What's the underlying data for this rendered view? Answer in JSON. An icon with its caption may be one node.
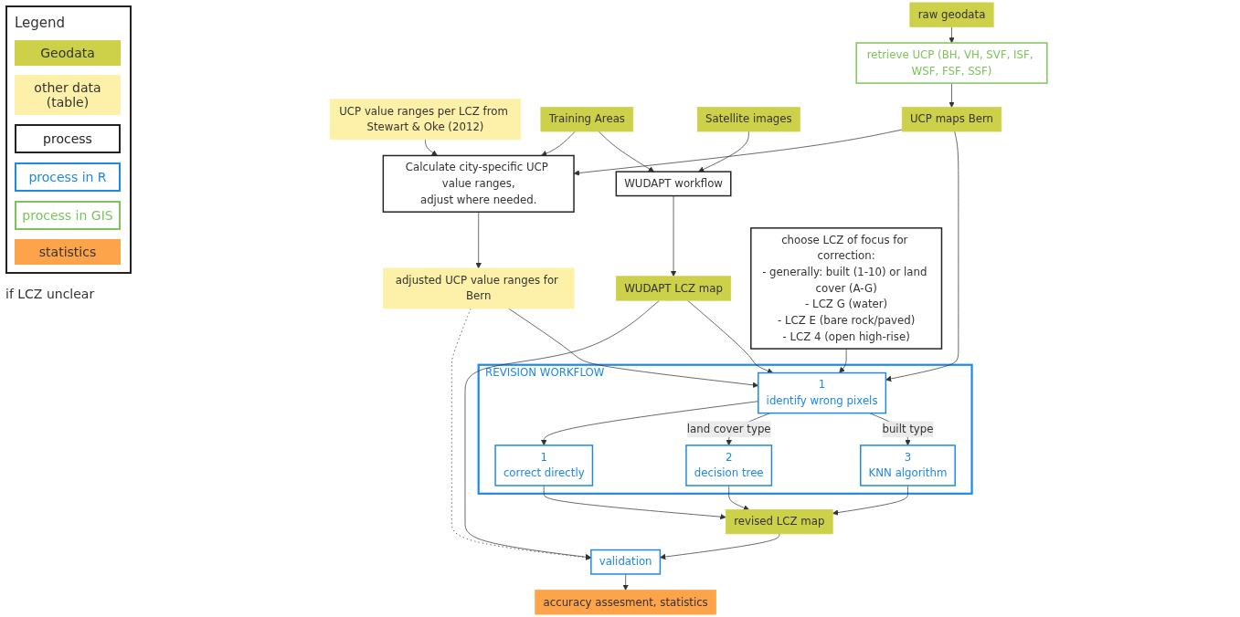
{
  "diagram": {
    "nodes": [
      {
        "text": [
          "UCP value ranges per LCZ from Stewart & Oke (2012)"
        ]
      },
      {
        "text": [
          "Training Areas"
        ]
      },
      {
        "text": [
          "Satellite images"
        ]
      },
      {
        "text": [
          "raw geodata"
        ]
      },
      {
        "text": [
          "Calculate city-specific UCP value ranges,",
          "adjust where needed."
        ]
      },
      {
        "text": [
          "WUDAPT workflow"
        ]
      },
      {
        "text": [
          "retrieve UCP (BH, VH, SVF, ISF, WSF, FSF, SSF)"
        ]
      },
      {
        "text": [
          "UCP maps Bern"
        ]
      },
      {
        "text": [
          "adjusted UCP value ranges for Bern"
        ]
      },
      {
        "text": [
          "WUDAPT LCZ map"
        ]
      },
      {
        "text": [
          "validation"
        ]
      },
      {
        "text": [
          "accuracy assesment, statistics"
        ]
      },
      {
        "text": [
          "choose LCZ of focus for correction:",
          "- generally: built (1-10) or land cover (A-G)",
          "- LCZ G (water)",
          "- LCZ E (bare rock/paved)",
          "- LCZ 4 (open high-rise)"
        ]
      },
      {
        "text": [
          "REVISION WORKFLOW"
        ]
      },
      {
        "text": [
          "1",
          "identify wrong pixels"
        ],
        "in": 13
      },
      {
        "text": [
          "1",
          "correct directly"
        ],
        "in": 13
      },
      {
        "text": [
          "2",
          "decision tree"
        ],
        "in": 13
      },
      {
        "text": [
          "3",
          "KNN algorithm"
        ],
        "in": 13
      },
      {
        "text": [
          "revised LCZ map"
        ]
      }
    ],
    "edges": [
      {
        "from": 0,
        "to": 4,
        "arrow": "to"
      },
      {
        "from": 1,
        "to": 4,
        "arrow": "to"
      },
      {
        "from": 1,
        "to": 5,
        "arrow": "to"
      },
      {
        "from": 2,
        "to": 5,
        "arrow": "to"
      },
      {
        "from": 3,
        "to": 6,
        "arrow": "to"
      },
      {
        "from": 6,
        "to": 7,
        "arrow": "to"
      },
      {
        "from": 7,
        "to": 4,
        "arrow": "to"
      },
      {
        "from": 4,
        "to": 8,
        "arrow": "to"
      },
      {
        "from": 5,
        "to": 9,
        "arrow": "to"
      },
      {
        "from": 8,
        "to": 10,
        "arrow": "to",
        "style": "dashed"
      },
      {
        "from": 9,
        "to": 10,
        "arrow": "to"
      },
      {
        "from": 10,
        "to": 11,
        "arrow": "to"
      },
      {
        "from": 12,
        "to": 14,
        "arrow": "to"
      },
      {
        "from": 7,
        "to": 14,
        "arrow": "to"
      },
      {
        "from": 8,
        "to": 14,
        "arrow": "to"
      },
      {
        "from": 9,
        "to": 14,
        "arrow": "to"
      },
      {
        "from": 14,
        "to": 15,
        "arrow": "to"
      },
      {
        "from": 15,
        "to": 18,
        "arrow": "to"
      },
      {
        "from": 14,
        "to": 16,
        "arrow": "to",
        "label": "land cover type"
      },
      {
        "from": 14,
        "to": 17,
        "arrow": "to",
        "label": "built type"
      },
      {
        "from": 16,
        "to": 18,
        "arrow": "to"
      },
      {
        "from": 17,
        "to": 18,
        "arrow": "to"
      },
      {
        "from": 18,
        "to": 10,
        "arrow": "to"
      }
    ],
    "labels": [
      "Legend",
      "if LCZ unclear"
    ],
    "legend": [
      {
        "text": "Geodata",
        "color": "#cdd14a"
      },
      {
        "text": "other data (table)",
        "color": "#fdf0a8"
      },
      {
        "text": "process"
      },
      {
        "text": "process in R"
      },
      {
        "text": "process in GIS"
      },
      {
        "text": "statistics",
        "color": "#fda44a"
      }
    ]
  }
}
